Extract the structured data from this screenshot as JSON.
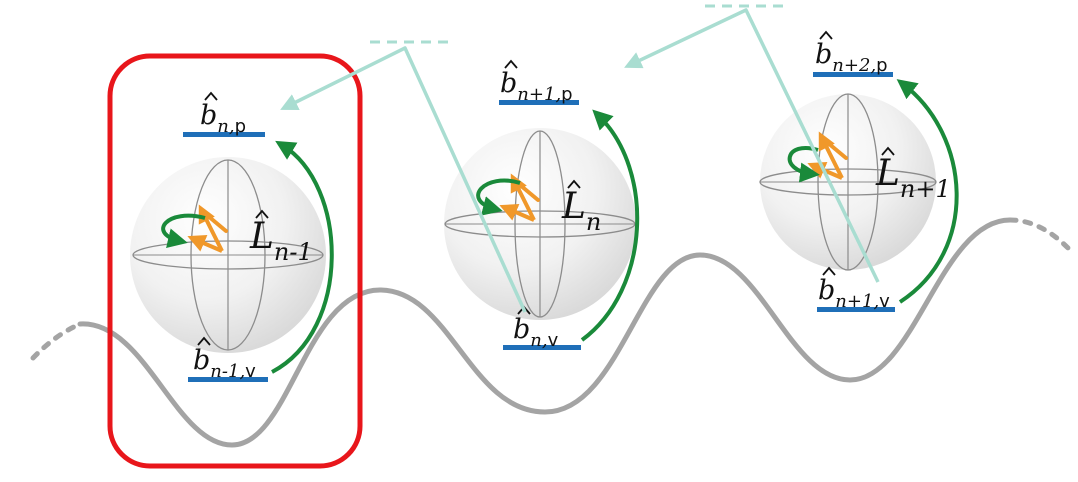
{
  "colors": {
    "highlight": "#e8161b",
    "level_bar": "#1f6fb8",
    "transition_arrow": "#1a8a3a",
    "vector": "#f0982a",
    "landscape": "#a4a4a4",
    "connector": "#a9ddd1",
    "sphere": "#ececec",
    "sphere_lines": "#8c8c8c"
  },
  "sites": [
    {
      "operator": {
        "base": "L",
        "sub": "n-1"
      },
      "upper_level": {
        "base": "b",
        "sub": "n",
        "tag": "p"
      },
      "lower_level": {
        "base": "b",
        "sub": "n-1",
        "tag": "v"
      },
      "highlighted": true
    },
    {
      "operator": {
        "base": "L",
        "sub": "n"
      },
      "upper_level": {
        "base": "b",
        "sub": "n+1",
        "tag": "p"
      },
      "lower_level": {
        "base": "b",
        "sub": "n",
        "tag": "v"
      },
      "highlighted": false
    },
    {
      "operator": {
        "base": "L",
        "sub": "n+1"
      },
      "upper_level": {
        "base": "b",
        "sub": "n+2",
        "tag": "p"
      },
      "lower_level": {
        "base": "b",
        "sub": "n+1",
        "tag": "v"
      },
      "highlighted": false
    }
  ]
}
